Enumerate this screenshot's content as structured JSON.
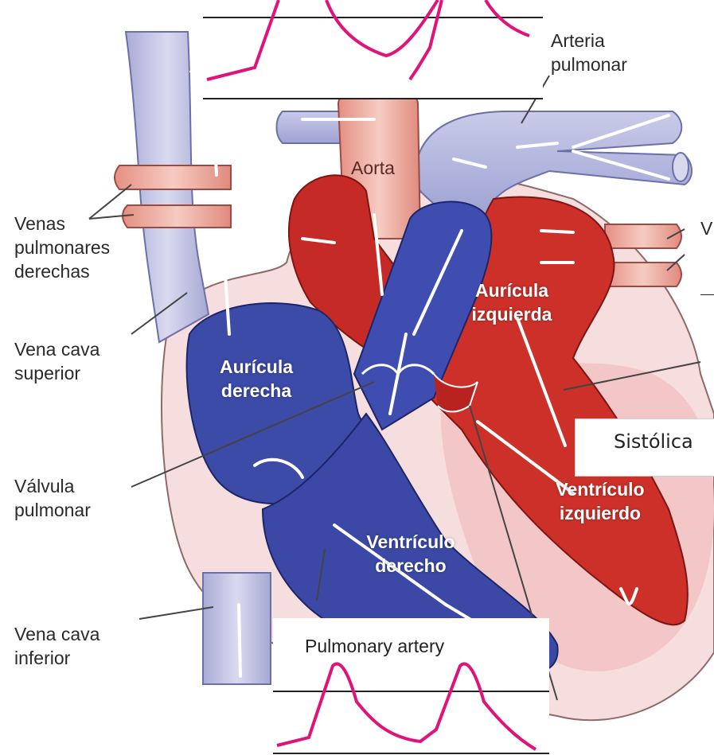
{
  "labels": {
    "arteria_pulmonar": "Arteria\npulmonar",
    "aorta": "Aorta",
    "venas_pulmonares_derechas": "Venas\npulmonares\nderechas",
    "vena_cava_superior": "Vena cava\nsuperior",
    "valvula_pulmonar": "Válvula\npulmonar",
    "vena_cava_inferior": "Vena cava\ninferior",
    "auricula_derecha": "Aurícula\nderecha",
    "ventriculo_derecho": "Ventrículo\nderecho",
    "auricula_izquierda": "Aurícula\nizquierda",
    "ventriculo_izquierdo": "Ventrículo\nizquierdo",
    "edge_fragment": "V"
  },
  "overlays": {
    "pulmonary_artery_title": "Pulmonary artery",
    "sistolica": "Sistólica"
  },
  "colors": {
    "deoxygenated": "#3b4aa8",
    "oxygenated": "#c8312c",
    "vessel_blue": "#b9bce0",
    "vessel_red": "#e8a095",
    "pressure_trace": "#e0137a"
  }
}
